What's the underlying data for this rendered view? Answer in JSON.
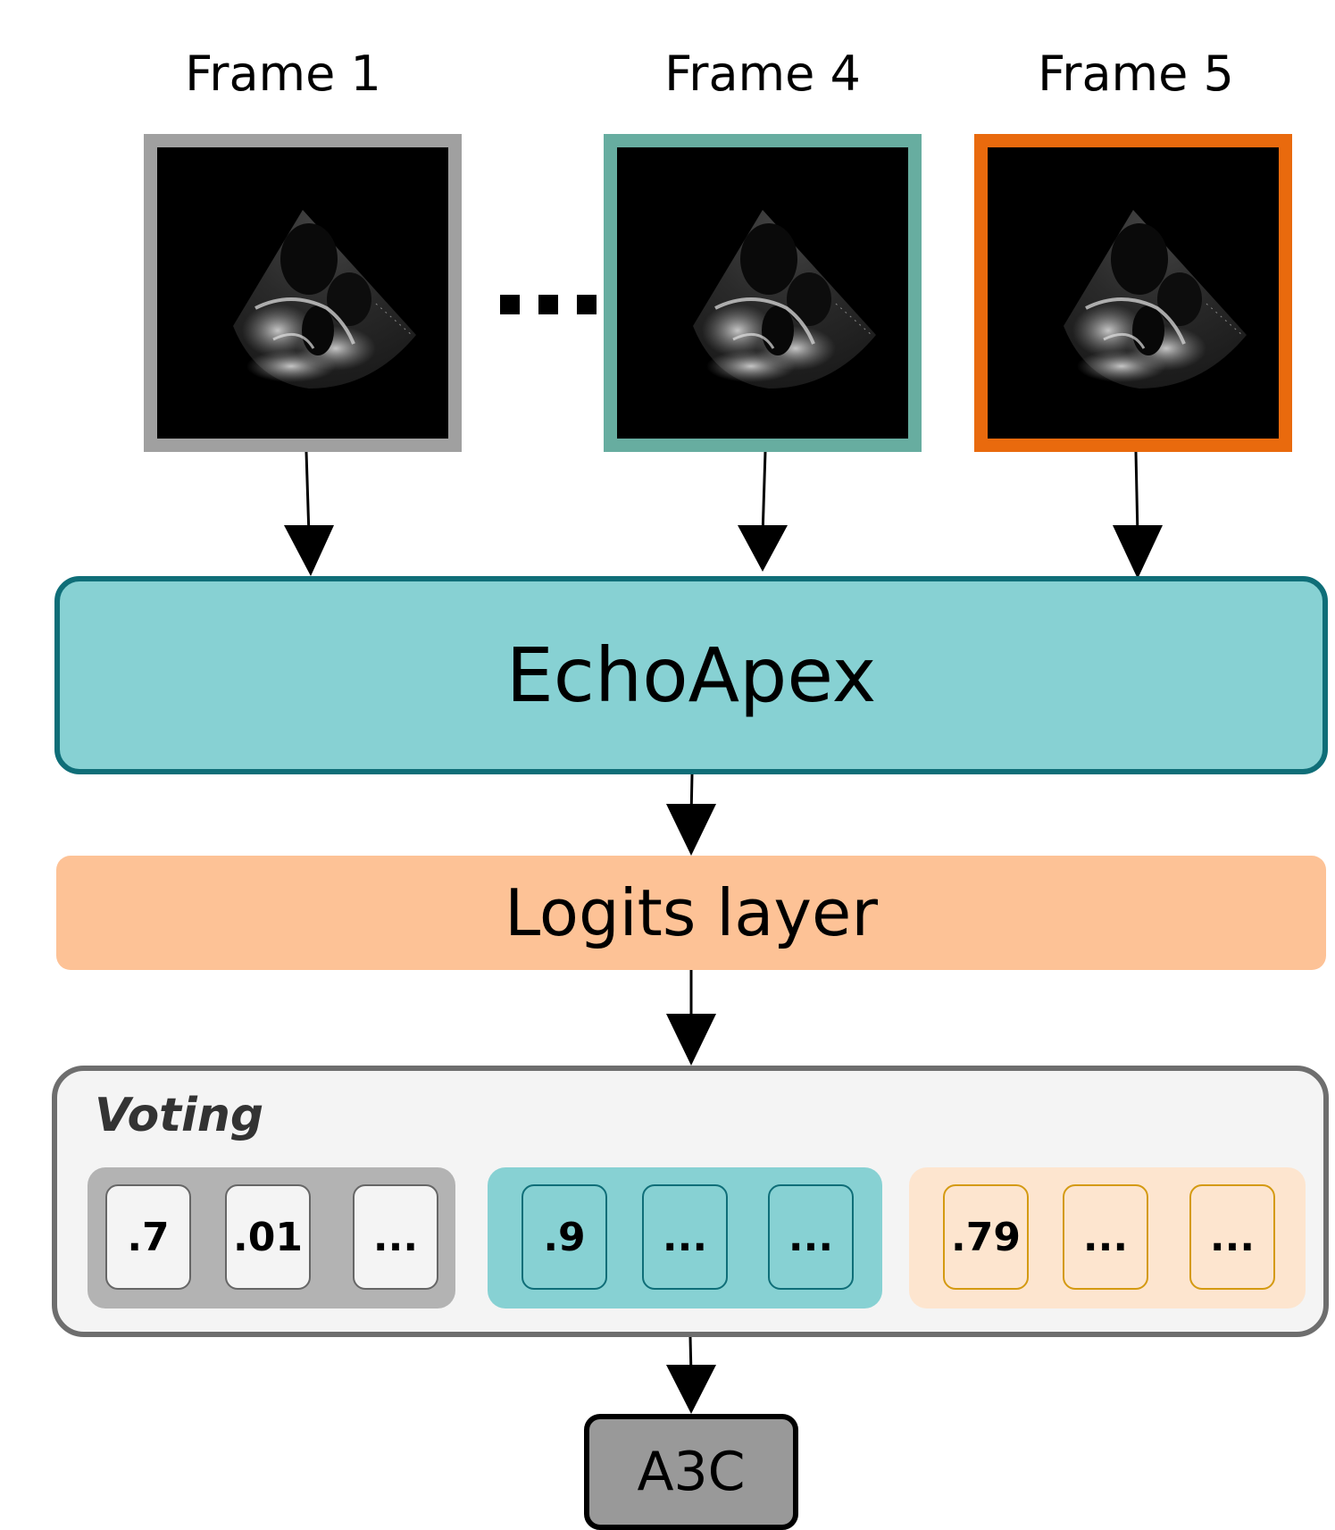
{
  "frames": [
    {
      "title": "Frame 1",
      "border_color": "#a0a0a0"
    },
    {
      "title": "Frame 4",
      "border_color": "#67ada0"
    },
    {
      "title": "Frame 5",
      "border_color": "#e96a0d"
    }
  ],
  "encoder": {
    "label": "EchoApex",
    "color": "#87d1d3",
    "border_color": "#0f6e78"
  },
  "logits": {
    "label": "Logits layer",
    "color": "#fdc296"
  },
  "voting": {
    "title": "Voting",
    "groups": [
      {
        "cells": [
          ".7",
          ".01",
          "..."
        ],
        "color": "#b3b3b3"
      },
      {
        "cells": [
          ".9",
          "...",
          "..."
        ],
        "color": "#87d1d3"
      },
      {
        "cells": [
          ".79",
          "...",
          "..."
        ],
        "color": "#fde5cf"
      }
    ]
  },
  "output": {
    "label": "A3C",
    "color": "#999999"
  }
}
